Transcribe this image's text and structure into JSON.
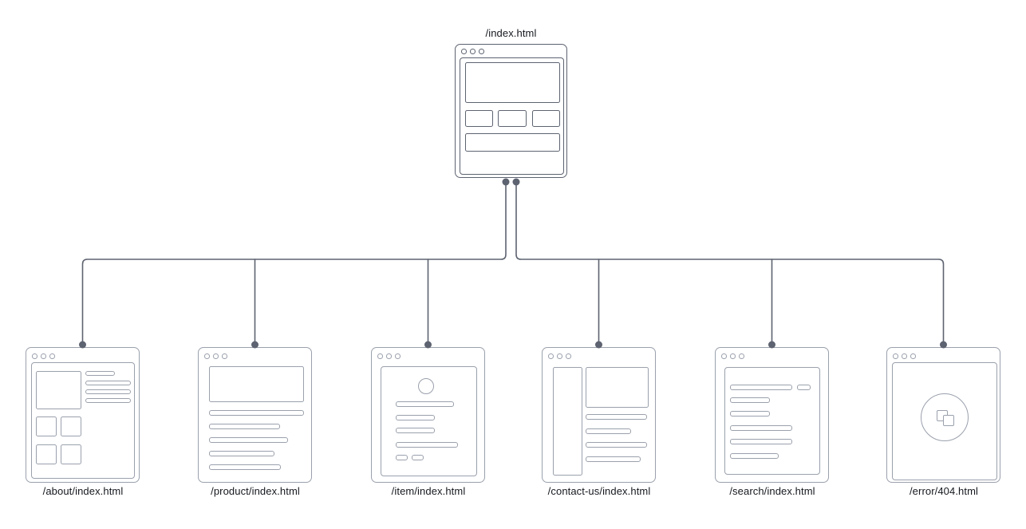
{
  "nodes": {
    "root": {
      "path": "/index.html",
      "layout": "homepage-hero-cards"
    },
    "children": [
      {
        "path": "/about/index.html",
        "layout": "image-text-thumbnail-grid"
      },
      {
        "path": "/product/index.html",
        "layout": "hero-text-lines"
      },
      {
        "path": "/item/index.html",
        "layout": "avatar-form-buttons"
      },
      {
        "path": "/contact-us/index.html",
        "layout": "sidebar-content"
      },
      {
        "path": "/search/index.html",
        "layout": "searchbar-results"
      },
      {
        "path": "/error/404.html",
        "layout": "broken-page-icon"
      }
    ]
  },
  "colors": {
    "connector": "#5d6370",
    "connector_dot": "#5d6370",
    "root_window_stroke": "#5d6370",
    "child_window_stroke": "#9aa0ac",
    "label_text": "#15181e",
    "background": "#ffffff"
  }
}
